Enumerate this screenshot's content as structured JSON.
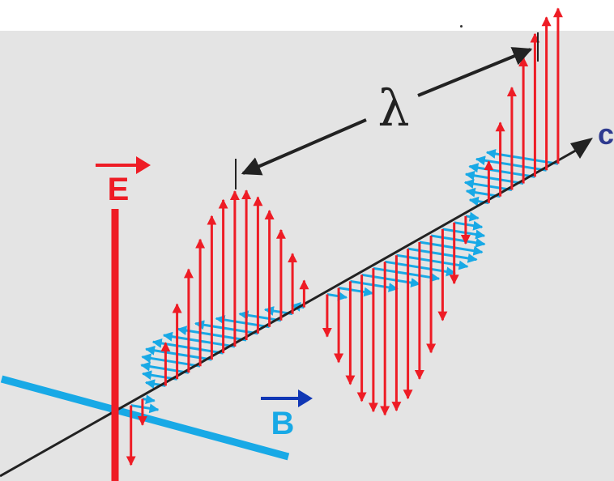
{
  "labels": {
    "electric_field": "E",
    "magnetic_field": "B",
    "wave_speed": "c",
    "wavelength": "λ"
  },
  "colors": {
    "background": "#e4e4e4",
    "electric": "#ee1c25",
    "magnetic": "#18a9e6",
    "axis": "#222222",
    "vector_arrow_E": "#ee1c25",
    "vector_arrow_B": "#1037b5",
    "c_label": "#2e3a8f"
  }
}
